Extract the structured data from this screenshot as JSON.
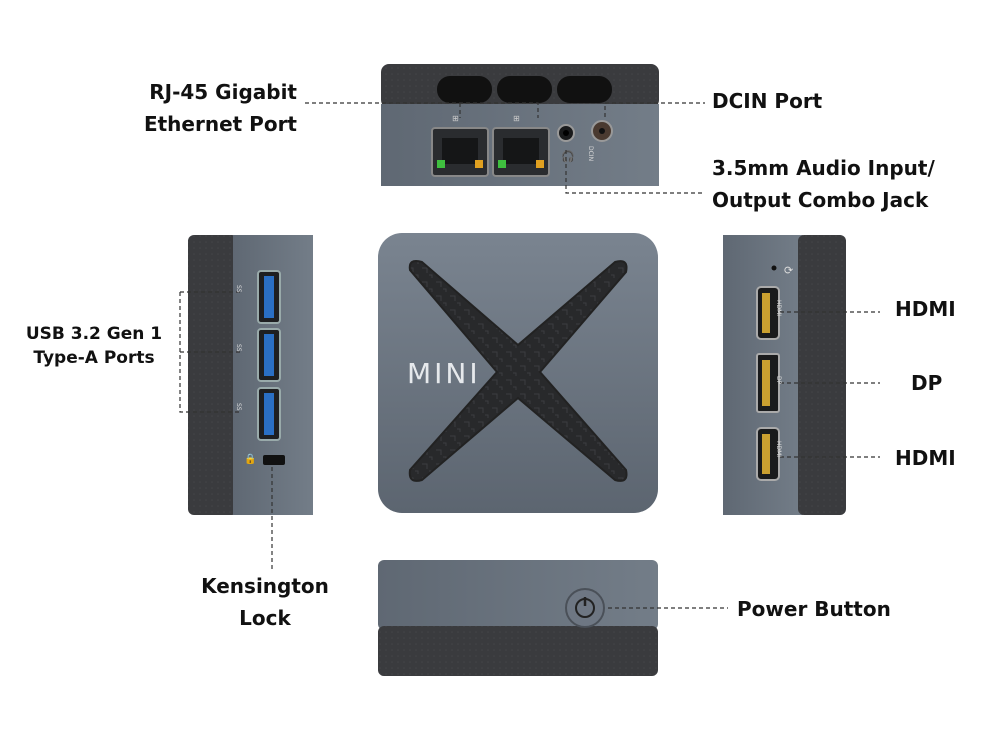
{
  "brand": {
    "logo_text": "MINI"
  },
  "labels": {
    "rj45_line1": "RJ-45 Gigabit",
    "rj45_line2": "Ethernet Port",
    "dcin": "DCIN Port",
    "audio_line1": "3.5mm Audio Input/",
    "audio_line2": "Output Combo Jack",
    "usb_line1": "USB 3.2 Gen 1",
    "usb_line2": "Type-A Ports",
    "hdmi_top": "HDMI",
    "dp": "DP",
    "hdmi_bottom": "HDMI",
    "kensington_line1": "Kensington",
    "kensington_line2": "Lock",
    "power": "Power Button"
  },
  "port_marks": {
    "dcin": "DCIN",
    "hdmi": "HDMI",
    "dp": "DP",
    "usb": "SS"
  },
  "colors": {
    "shell_light": "#6b7580",
    "shell_dark": "#3a3c40",
    "usb_blue": "#2a6fc4",
    "x_pattern": "#2b2c2e"
  }
}
